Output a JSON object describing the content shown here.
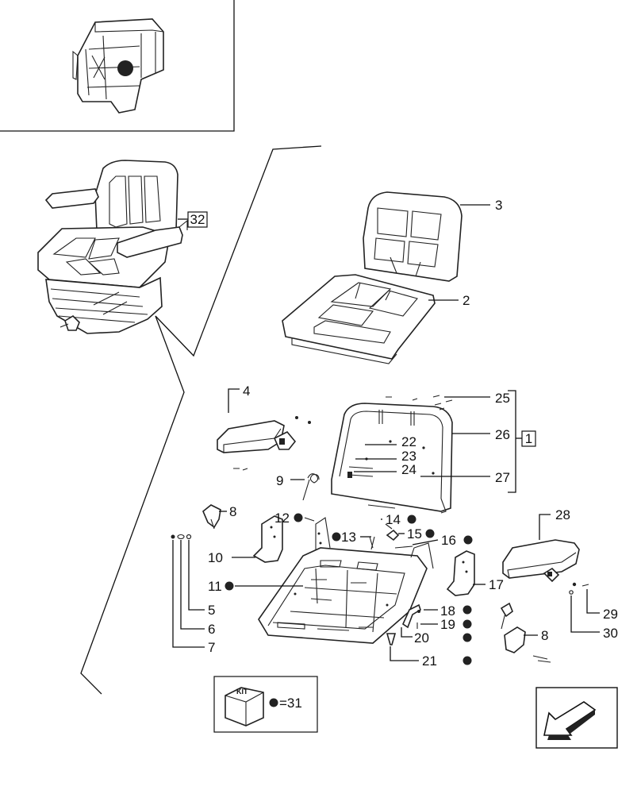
{
  "diagram": {
    "callouts": {
      "c1": "1",
      "c2": "2",
      "c3": "3",
      "c4": "4",
      "c5": "5",
      "c6": "6",
      "c7": "7",
      "c8a": "8",
      "c8b": "8",
      "c9": "9",
      "c10": "10",
      "c11": "11",
      "c12": "12",
      "c13": "13",
      "c14": "14",
      "c15": "15",
      "c16": "16",
      "c17": "17",
      "c18": "18",
      "c19": "19",
      "c20": "20",
      "c21": "21",
      "c22": "22",
      "c23": "23",
      "c24": "24",
      "c25": "25",
      "c26": "26",
      "c27": "27",
      "c28": "28",
      "c29": "29",
      "c30": "30",
      "c32": "32"
    },
    "kit": {
      "box_label": "KIT",
      "equals_text": "=31"
    }
  }
}
